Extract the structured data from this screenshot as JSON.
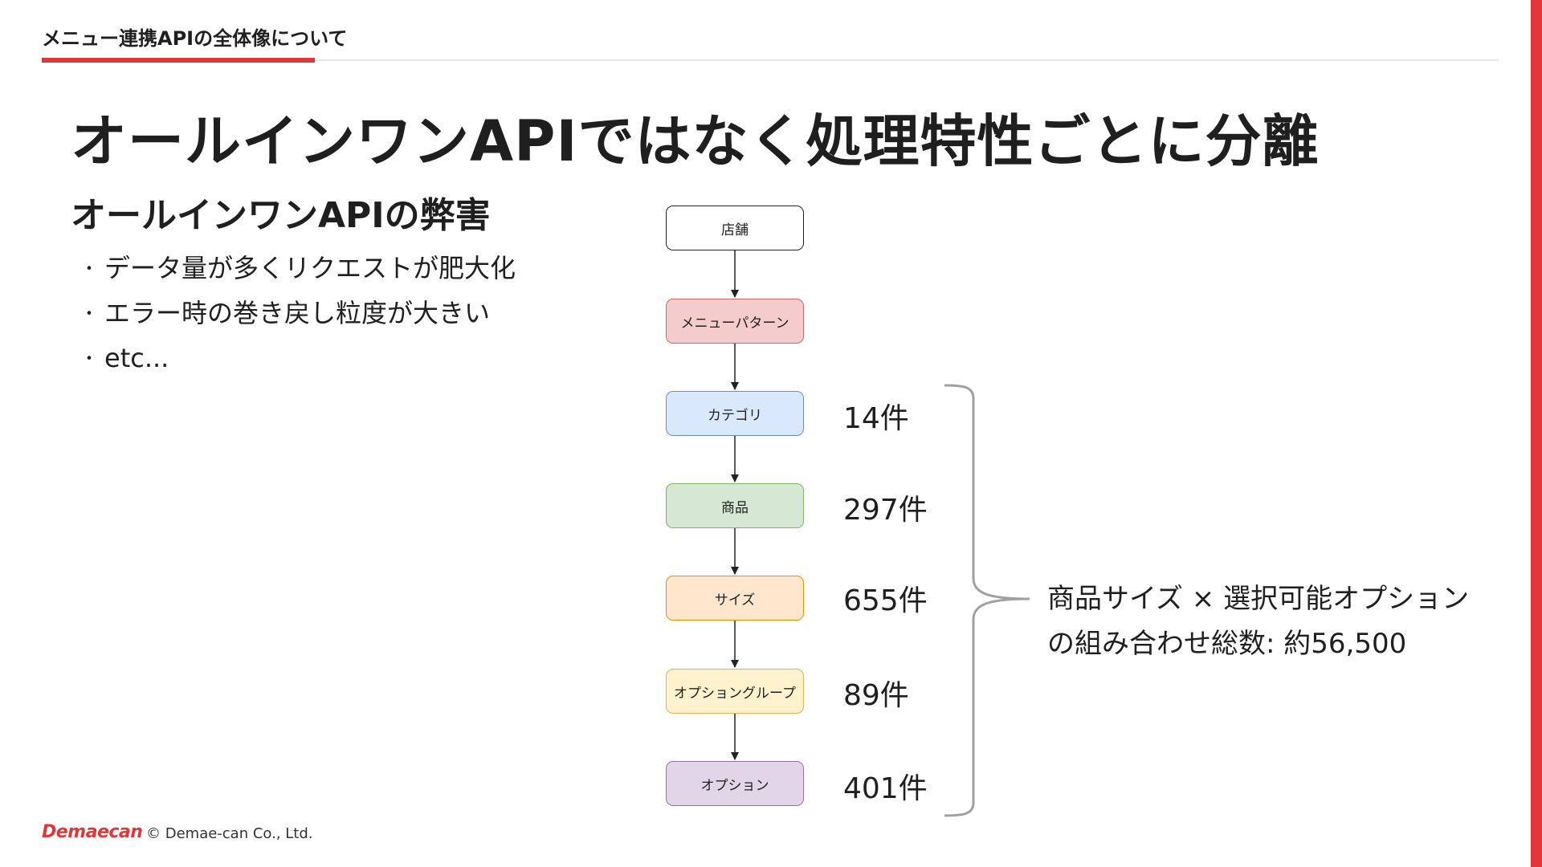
{
  "header": {
    "section_label": "メニュー連携APIの全体像について"
  },
  "slide": {
    "title": "オールインワンAPIではなく処理特性ごとに分離",
    "subtitle": "オールインワンAPIの弊害",
    "bullets": [
      "データ量が多くリクエストが肥大化",
      "エラー時の巻き戻し粒度が大きい",
      "etc..."
    ],
    "bullet_glyph": "・"
  },
  "flow": {
    "nodes": [
      {
        "label": "店舗",
        "count": "",
        "fill": "#ffffff",
        "stroke": "#222222"
      },
      {
        "label": "メニューパターン",
        "count": "",
        "fill": "#f4cccc",
        "stroke": "#c56a6a"
      },
      {
        "label": "カテゴリ",
        "count": "14件",
        "fill": "#dae8fc",
        "stroke": "#6c8ebf"
      },
      {
        "label": "商品",
        "count": "297件",
        "fill": "#d5e8d4",
        "stroke": "#82b366"
      },
      {
        "label": "サイズ",
        "count": "655件",
        "fill": "#ffe6cc",
        "stroke": "#d79b00"
      },
      {
        "label": "オプショングループ",
        "count": "89件",
        "fill": "#fff2cc",
        "stroke": "#d6b656"
      },
      {
        "label": "オプション",
        "count": "401件",
        "fill": "#e1d5e7",
        "stroke": "#9673a6"
      }
    ]
  },
  "note": {
    "line1": "商品サイズ × 選択可能オプション",
    "line2": "の組み合わせ総数: 約56,500"
  },
  "footer": {
    "logo": "Demaecan",
    "copyright": "© Demae-can Co., Ltd."
  },
  "colors": {
    "accent": "#e0383a",
    "rule": "#e6e6e6",
    "brace": "#a0a0a0"
  }
}
